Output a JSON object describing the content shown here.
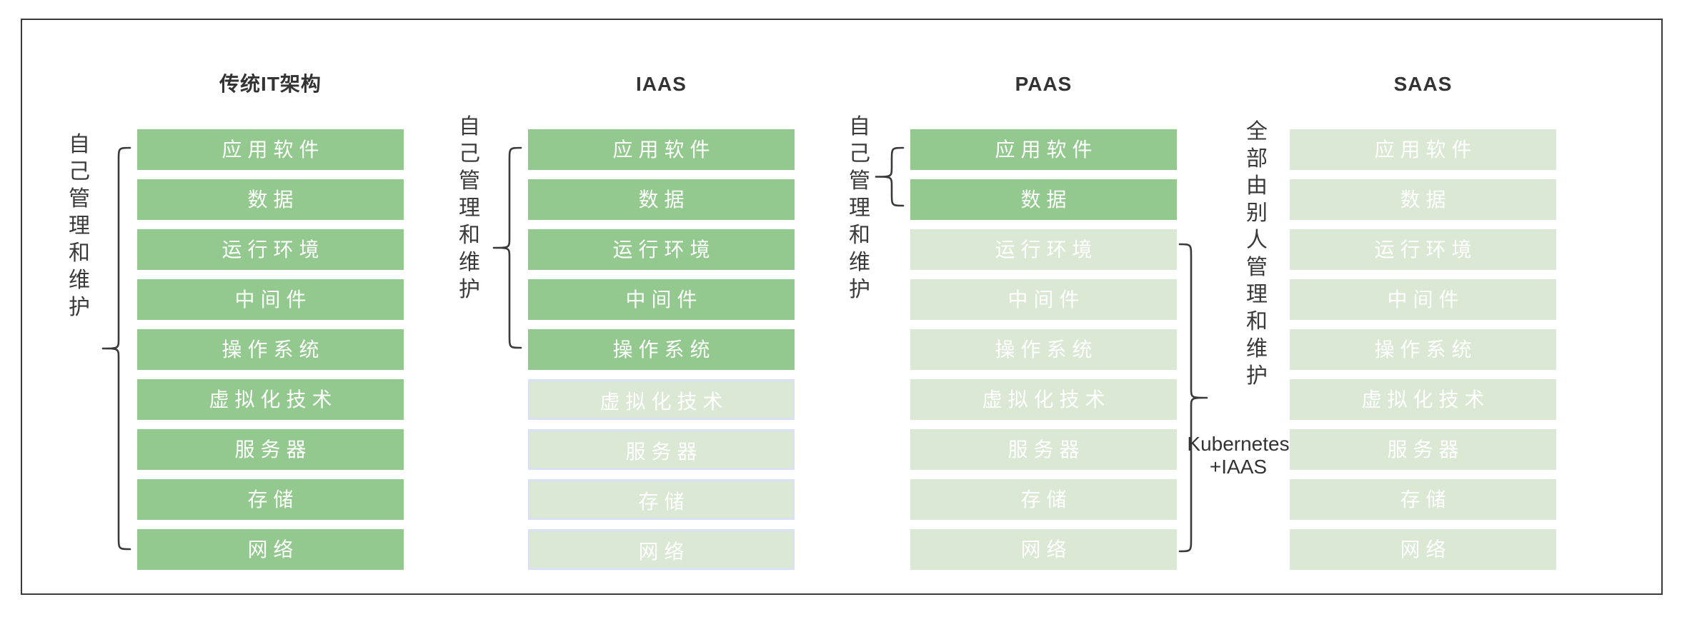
{
  "diagram": {
    "layers": [
      "应用软件",
      "数据",
      "运行环境",
      "中间件",
      "操作系统",
      "虚拟化技术",
      "服务器",
      "存储",
      "网络"
    ],
    "columns": [
      {
        "id": "traditional",
        "title": "传统IT架构",
        "side_label": "自己管理和维护",
        "self_managed_layers": 9
      },
      {
        "id": "iaas",
        "title": "IAAS",
        "side_label": "自己管理和维护",
        "self_managed_layers": 5
      },
      {
        "id": "paas",
        "title": "PAAS",
        "side_label": "自己管理和维护",
        "self_managed_layers": 2,
        "right_brace_label_lines": [
          "Kubernetes",
          "+IAAS"
        ]
      },
      {
        "id": "saas",
        "title": "SAAS",
        "side_label": "全部由别人管理和维护",
        "self_managed_layers": 0
      }
    ],
    "colors": {
      "self_managed_fill": "#93C88E",
      "provider_fill": "#DAE8D4",
      "iaas_provider_border": "#D8E2F4",
      "box_text": "#FFFFFF",
      "annotation_text": "#3A3A3A",
      "line": "#3A3A3A"
    }
  }
}
